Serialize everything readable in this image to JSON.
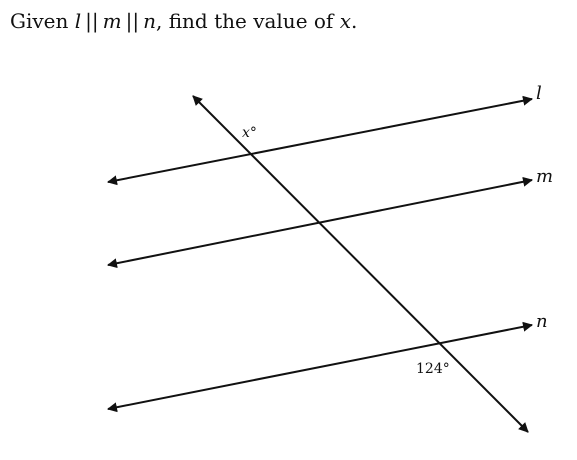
{
  "problem": {
    "given_word": "Given",
    "line_l": "l",
    "parallel_1": "||",
    "line_m": "m",
    "parallel_2": "||",
    "line_n": "n",
    "rest": ", find the value of",
    "variable": "x",
    "end": "."
  },
  "diagram": {
    "labels": {
      "l": "l",
      "m": "m",
      "n": "n"
    },
    "angles": {
      "top": "x°",
      "bottom": "124°"
    },
    "colors": {
      "stroke": "#111111",
      "background": "#ffffff"
    }
  }
}
